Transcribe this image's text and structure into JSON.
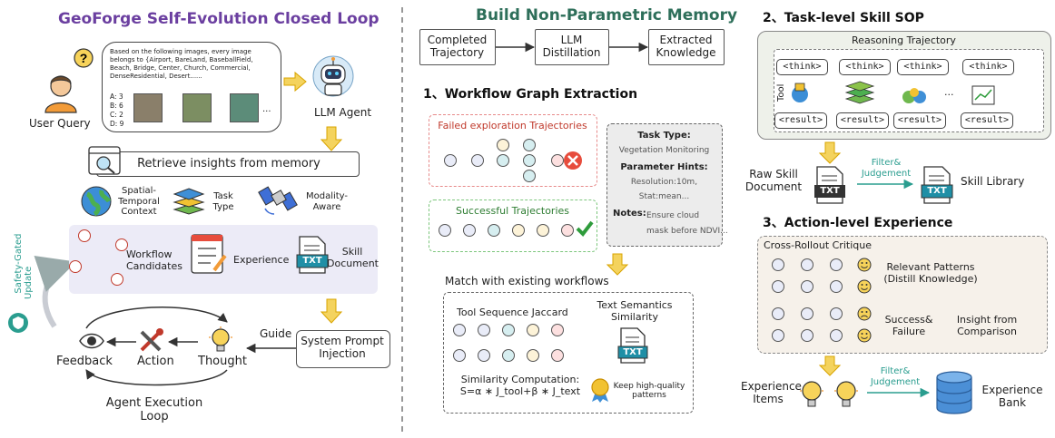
{
  "left": {
    "title": "GeoForge Self-Evolution Closed Loop",
    "query_text": "Based on the following images, every image belongs to {Airport, BareLand, BaseballField, Beach, Bridge, Center, Church, Commercial, DenseResidential, Desert......",
    "options": [
      "A: 3",
      "B: 6",
      "C: 2",
      "D: 9"
    ],
    "ellipsis": "...",
    "user_query": "User Query",
    "llm_agent": "LLM Agent",
    "retrieve": "Retrieve insights from memory",
    "ctx_spatial": "Spatial-\nTemporal\nContext",
    "ctx_task": "Task\nType",
    "ctx_modality": "Modality-\nAware",
    "workflow_candidates": "Workflow\nCandidates",
    "experience": "Experience",
    "skill_document": "Skill\nDocument",
    "txt": "TXT",
    "safety": "Safety-Gated\nUpdate",
    "feedback": "Feedback",
    "action": "Action",
    "thought": "Thought",
    "guide": "Guide",
    "system_prompt": "System Prompt\nInjection",
    "loop_label": "Agent Execution\nLoop"
  },
  "middle": {
    "title": "Build Non-Parametric Memory",
    "pipeline": [
      "Completed\nTrajectory",
      "LLM\nDistillation",
      "Extracted\nKnowledge"
    ],
    "section1": "1、Workflow Graph Extraction",
    "failed": "Failed exploration Trajectories",
    "successful": "Successful Trajectories",
    "task_type_label": "Task Type:",
    "task_type_value": "Vegetation Monitoring",
    "param_label": "Parameter Hints:",
    "param_values": [
      "Resolution:10m,",
      "Stat:mean..."
    ],
    "notes_label": "Notes:",
    "notes_value": "Ensure cloud\nmask before NDVI...",
    "match": "Match with existing workflows",
    "jaccard": "Tool Sequence Jaccard",
    "semantics": "Text Semantics\nSimilarity",
    "txt": "TXT",
    "similarity": "Similarity Computation:\nS=α ∗ J_tool+β ∗ J_text",
    "keep": "Keep high-quality\npatterns"
  },
  "right": {
    "section2": "2、Task-level Skill SOP",
    "reasoning": "Reasoning Trajectory",
    "think": "<think>",
    "result": "<result>",
    "tool": "Tool",
    "ellipsis": "...",
    "raw_skill": "Raw Skill\nDocument",
    "filter1": "Filter&\nJudgement",
    "skill_library": "Skill Library",
    "txt": "TXT",
    "section3": "3、Action-level Experience",
    "cross_rollout": "Cross-Rollout Critique",
    "relevant": "Relevant Patterns\n(Distill Knowledge)",
    "success_failure": "Success&\nFailure",
    "insight": "Insight from\nComparison",
    "experience_items": "Experience\nItems",
    "filter2": "Filter&\nJudgement",
    "experience_bank": "Experience\nBank"
  },
  "colors": {
    "purple_title": "#6b3fa0",
    "green_title": "#2e6f5a",
    "failed_border": "#e78a8a",
    "success_border": "#7cc67c",
    "arrow_yellow": "#f4d35e",
    "teal": "#2a9d8f"
  }
}
